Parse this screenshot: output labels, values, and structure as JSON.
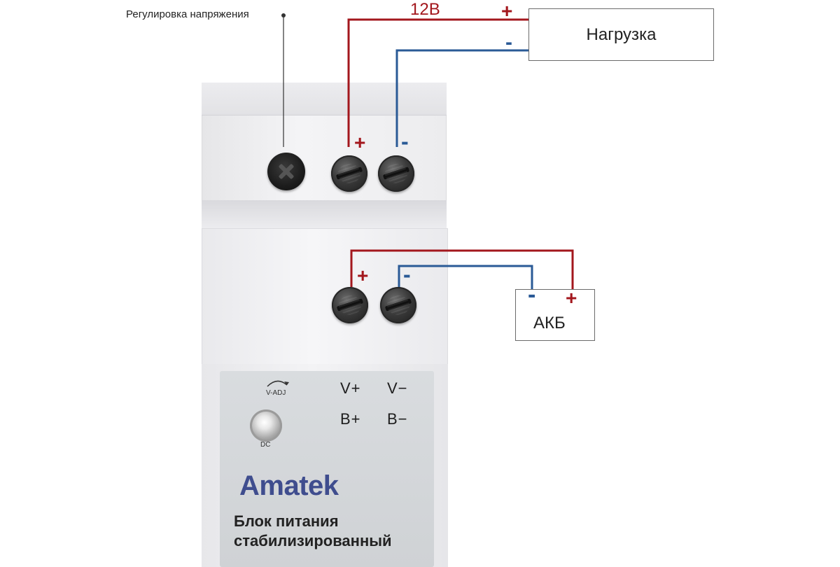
{
  "annotation": {
    "voltage_adjust_label": "Регулировка напряжения"
  },
  "output": {
    "voltage_label": "12В",
    "plus_sign": "+",
    "minus_sign": "-"
  },
  "load_box": {
    "label": "Нагрузка",
    "plus_sign": "+",
    "minus_sign": "-"
  },
  "battery_box": {
    "label": "АКБ",
    "plus_sign": "+",
    "minus_sign": "-"
  },
  "battery_terminals": {
    "plus_sign": "+",
    "minus_sign": "-"
  },
  "device_panel": {
    "adjust_label": "V-ADJ",
    "led_label": "DC",
    "v_plus": "V+",
    "v_minus": "V−",
    "b_plus": "B+",
    "b_minus": "B−",
    "brand": "Amatek",
    "product_line1": "Блок питания",
    "product_line2": "стабилизированный"
  },
  "colors": {
    "plus_wire": "#a3171d",
    "minus_wire": "#2a5a96",
    "brand": "#3f4d8e"
  }
}
